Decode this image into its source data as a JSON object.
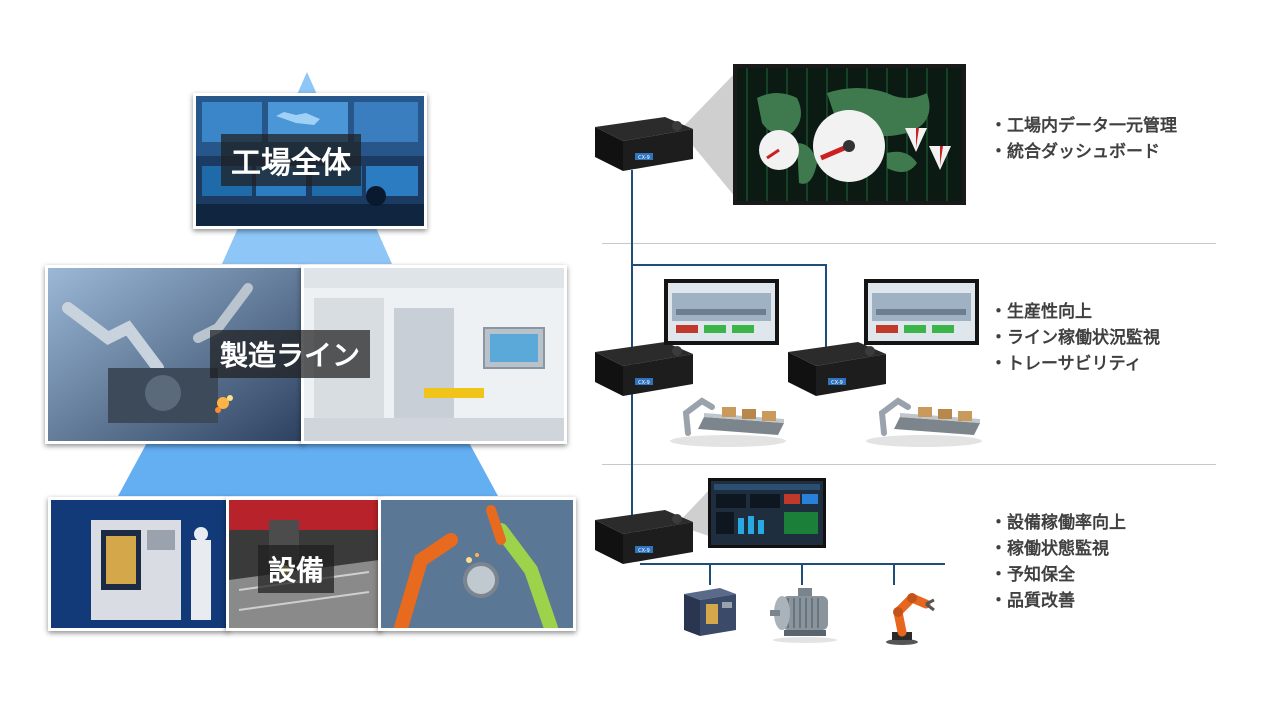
{
  "pyramid": {
    "top_label": "工場全体",
    "middle_label": "製造ライン",
    "bottom_label": "設備"
  },
  "tiers": {
    "factory": {
      "points": [
        "工場内データ一元管理",
        "統合ダッシュボード"
      ]
    },
    "line": {
      "points": [
        "生産性向上",
        "ライン稼働状況監視",
        "トレーサビリティ"
      ]
    },
    "equipment": {
      "points": [
        "設備稼働率向上",
        "稼働状態監視",
        "予知保全",
        "品質改善"
      ]
    }
  },
  "device": {
    "badge": "CX-9"
  },
  "colors": {
    "pyramid_fill": "#64aef2",
    "connector": "#1f4e79",
    "label_bg": "#1e1e1e",
    "bullet_text": "#404040",
    "divider": "#c8c8c8"
  },
  "icons": {
    "dashboard": "world-map-gauge-dashboard-icon",
    "line_monitor": "production-line-monitor-icon",
    "robot_conveyor": "robot-arm-conveyor-icon",
    "equipment_panel": "equipment-status-panel-icon",
    "machine": "industrial-machine-icon",
    "motor": "electric-motor-icon",
    "robot": "orange-robot-arm-icon"
  }
}
